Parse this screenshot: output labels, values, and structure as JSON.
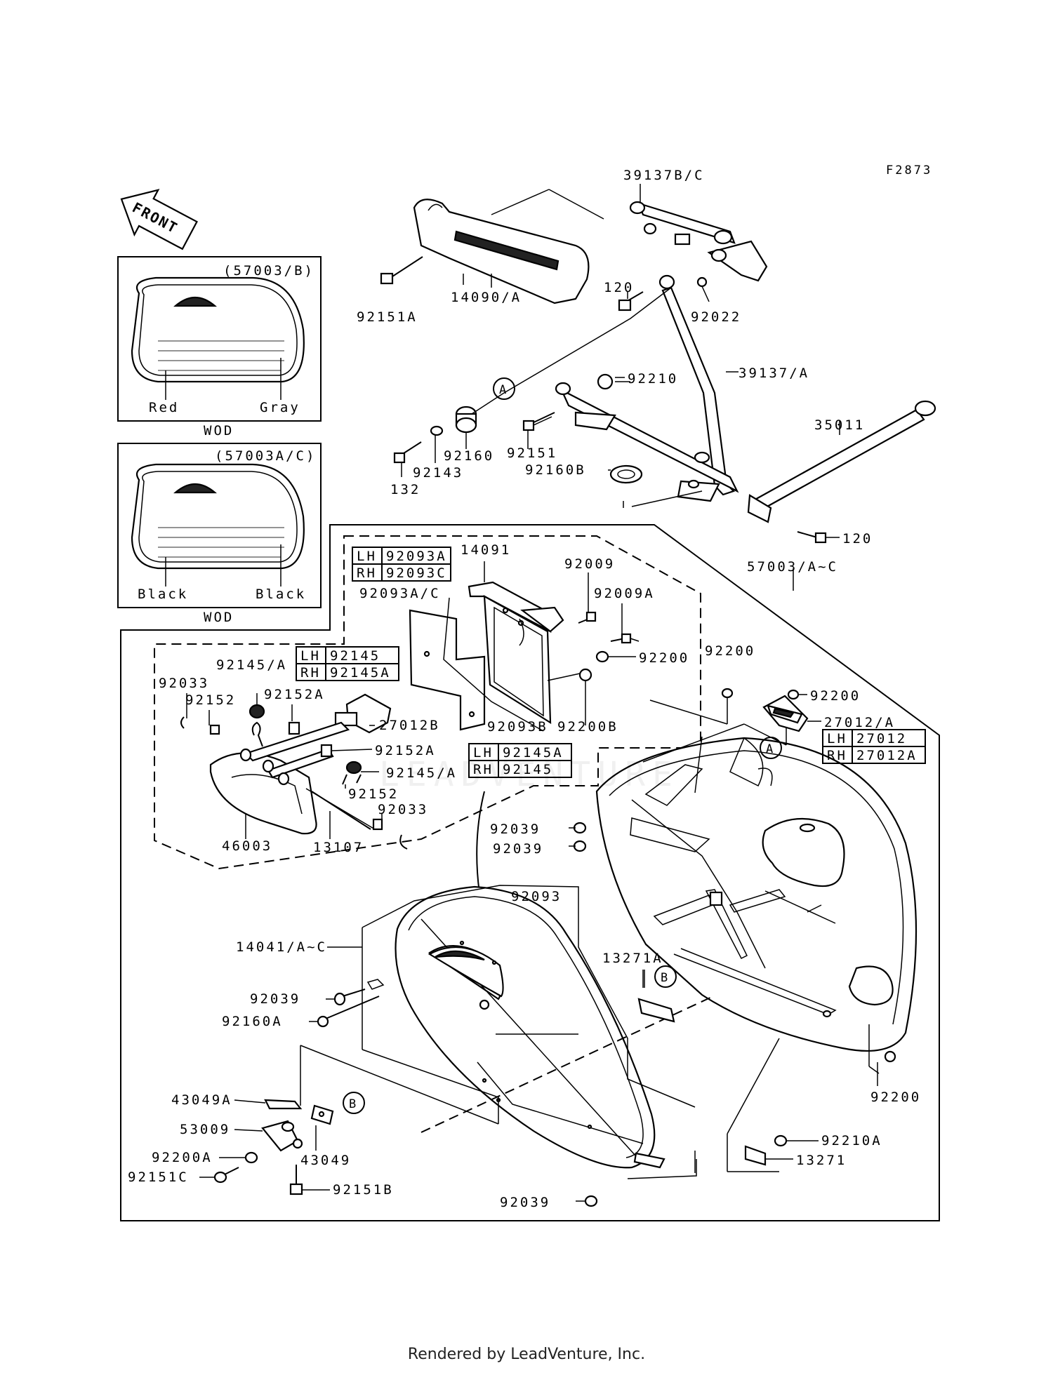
{
  "figure_code": "F2873",
  "front_label": "FRONT",
  "footer": "Rendered by LeadVenture, Inc.",
  "watermark": "LEADVENTURE",
  "panels": [
    {
      "code": "(57003/B)",
      "left_color": "Red",
      "right_color": "Gray",
      "note": "WOD"
    },
    {
      "code": "(57003A/C)",
      "left_color": "Black",
      "right_color": "Black",
      "note": "WOD"
    }
  ],
  "side_tables": [
    {
      "rows": [
        [
          "LH",
          "92093A"
        ],
        [
          "RH",
          "92093C"
        ]
      ]
    },
    {
      "rows": [
        [
          "LH",
          "92145"
        ],
        [
          "RH",
          "92145A"
        ]
      ]
    },
    {
      "rows": [
        [
          "LH",
          "92145A"
        ],
        [
          "RH",
          "92145"
        ]
      ]
    },
    {
      "rows": [
        [
          "LH",
          "27012"
        ],
        [
          "RH",
          "27012A"
        ]
      ]
    }
  ],
  "refs": {
    "a": "A",
    "b": "B"
  },
  "colors": {
    "ink": "#000000",
    "paper": "#ffffff"
  },
  "labels": {
    "l39137bc": "39137B/C",
    "l14090a": "14090/A",
    "l92151a": "92151A",
    "l120a": "120",
    "l92022": "92022",
    "l92210": "92210",
    "l39137a": "39137/A",
    "l92160": "92160",
    "l92143": "92143",
    "l132": "132",
    "l92151": "92151",
    "l92160b": "92160B",
    "l35011": "35011",
    "l120b": "120",
    "l57003ac": "57003/A~C",
    "l14091": "14091",
    "l92009": "92009",
    "l92009a": "92009A",
    "l92093ac": "92093A/C",
    "l92200a1": "92200",
    "l92200b": "92200B",
    "l92093b": "92093B",
    "l92200a2": "92200",
    "l92200a3": "92200",
    "l27012a": "27012/A",
    "l92033a": "92033",
    "l92145a": "92145/A",
    "l92152a": "92152",
    "l92152aa": "92152A",
    "l27012b": "27012B",
    "l92152ab": "92152A",
    "l92145ab": "92145/A",
    "l92152b": "92152",
    "l92033b": "92033",
    "l46003": "46003",
    "l13107": "13107",
    "l92039a": "92039",
    "l92039b": "92039",
    "l92093": "92093",
    "l14041": "14041/A~C",
    "l13271a": "13271A",
    "l92039c": "92039",
    "l92160a": "92160A",
    "l92200c": "92200",
    "l43049a": "43049A",
    "l53009": "53009",
    "l92200aa": "92200A",
    "l92151c": "92151C",
    "l43049": "43049",
    "l92151b": "92151B",
    "l92210a": "92210A",
    "l13271": "13271",
    "l92039d": "92039"
  }
}
